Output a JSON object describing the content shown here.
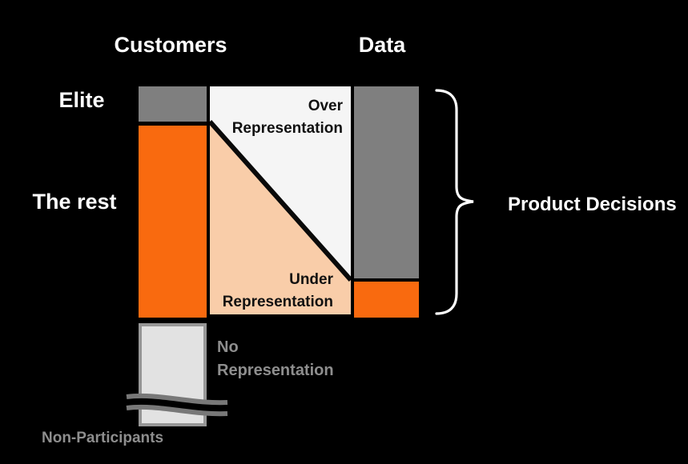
{
  "headers": {
    "customers": "Customers",
    "data": "Data"
  },
  "row_labels": {
    "elite": "Elite",
    "the_rest": "The rest"
  },
  "regions": {
    "over_representation": "Over Representation",
    "under_representation": "Under Representation",
    "no_representation": "No Representation"
  },
  "annotations": {
    "product_decisions": "Product Decisions",
    "non_participants": "Non-Participants"
  },
  "colors": {
    "background": "#000000",
    "elite_segment_gray": "#7F7F7F",
    "rest_segment_orange": "#F96A0F",
    "over_representation_area": "#F5F5F5",
    "under_representation_area": "#F9CDA9",
    "no_representation_box_fill": "#E2E2E2",
    "no_representation_box_border": "#979797",
    "muted_gray_text": "#8E8E8E",
    "white_text": "#FFFFFF",
    "divider_black": "#000000"
  }
}
